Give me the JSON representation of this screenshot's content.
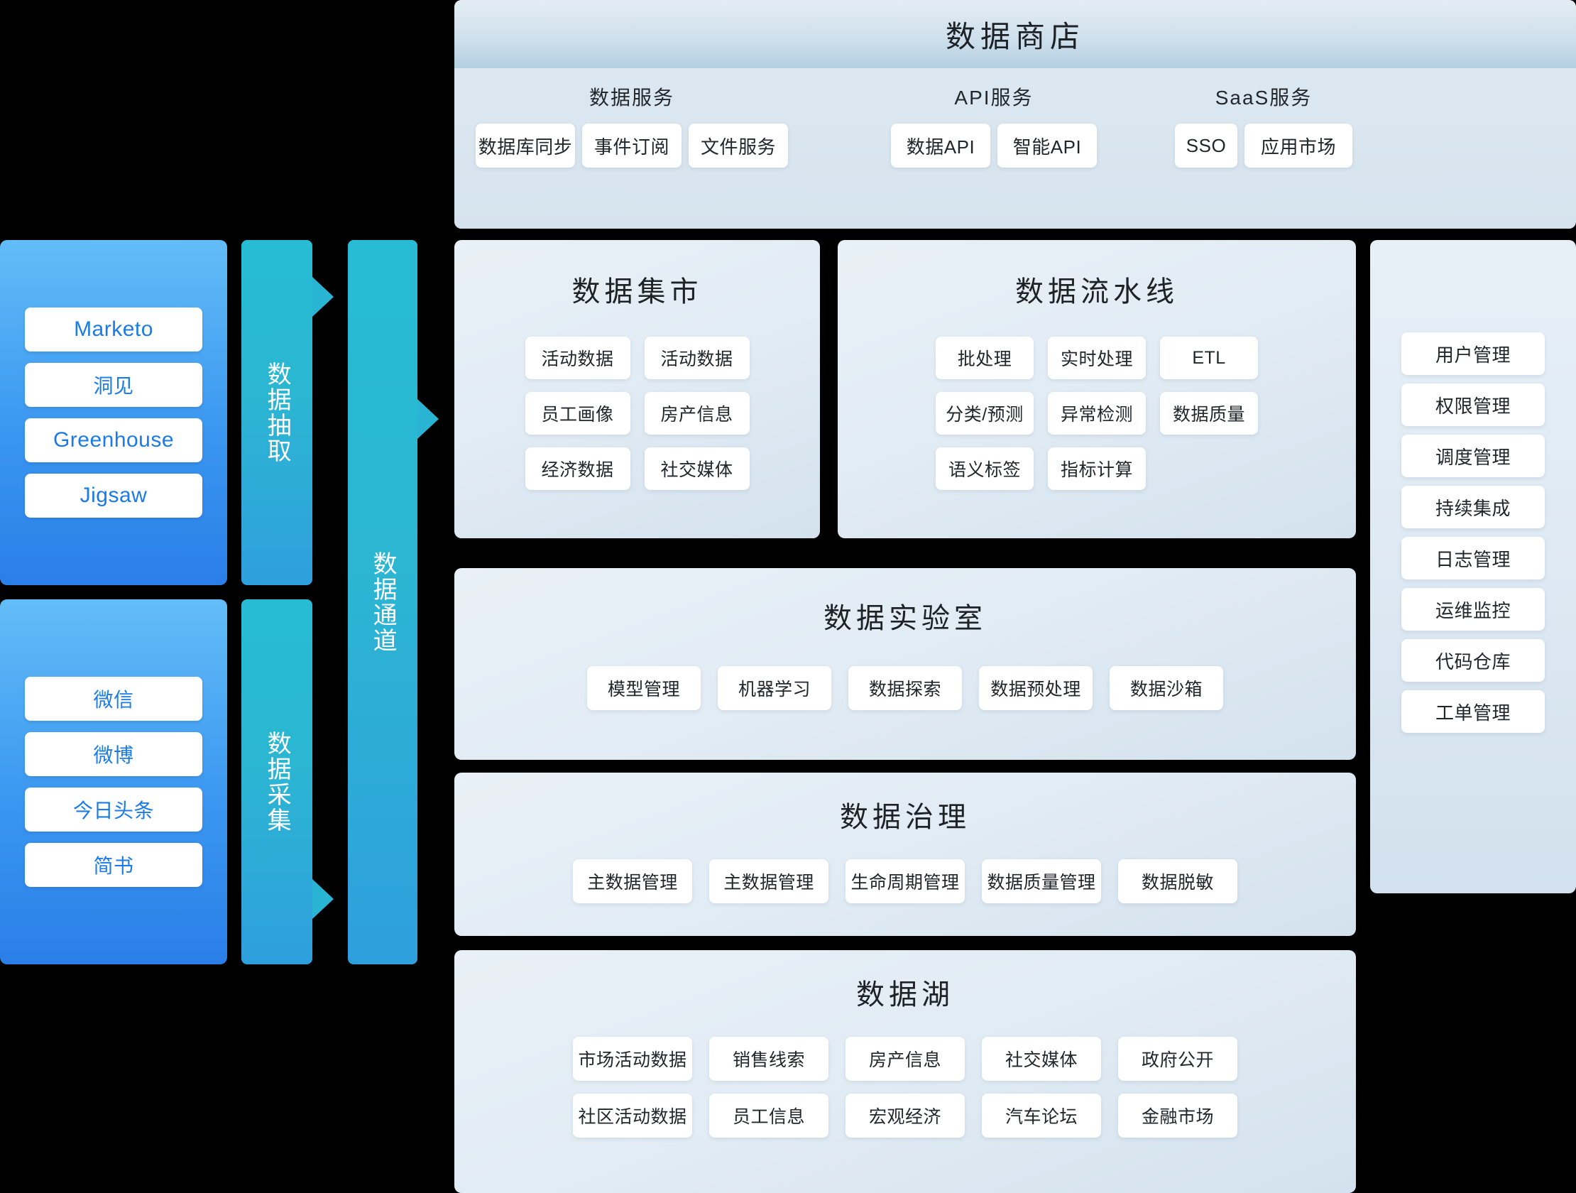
{
  "store": {
    "title": "数据商店",
    "groups": [
      {
        "name": "数据服务",
        "items": [
          "数据库同步",
          "事件订阅",
          "文件服务"
        ]
      },
      {
        "name": "API服务",
        "items": [
          "数据API",
          "智能API"
        ]
      },
      {
        "name": "SaaS服务",
        "items": [
          "SSO",
          "应用市场"
        ]
      }
    ]
  },
  "sources": [
    {
      "items": [
        "Marketo",
        "洞见",
        "Greenhouse",
        "Jigsaw"
      ]
    },
    {
      "items": [
        "微信",
        "微博",
        "今日头条",
        "简书"
      ]
    }
  ],
  "stages": [
    {
      "label": "数据抽取"
    },
    {
      "label": "数据采集"
    }
  ],
  "channel": {
    "label": "数据通道"
  },
  "mart": {
    "title": "数据集市",
    "items": [
      "活动数据",
      "活动数据",
      "员工画像",
      "房产信息",
      "经济数据",
      "社交媒体"
    ]
  },
  "pipeline": {
    "title": "数据流水线",
    "items": [
      "批处理",
      "实时处理",
      "ETL",
      "分类/预测",
      "异常检测",
      "数据质量",
      "语义标签",
      "指标计算"
    ]
  },
  "lab": {
    "title": "数据实验室",
    "items": [
      "模型管理",
      "机器学习",
      "数据探索",
      "数据预处理",
      "数据沙箱"
    ]
  },
  "governance": {
    "title": "数据治理",
    "items": [
      "主数据管理",
      "主数据管理",
      "生命周期管理",
      "数据质量管理",
      "数据脱敏"
    ]
  },
  "lake": {
    "title": "数据湖",
    "items": [
      "市场活动数据",
      "销售线索",
      "房产信息",
      "社交媒体",
      "政府公开",
      "社区活动数据",
      "员工信息",
      "宏观经济",
      "汽车论坛",
      "金融市场"
    ]
  },
  "ops": {
    "items": [
      "用户管理",
      "权限管理",
      "调度管理",
      "持续集成",
      "日志管理",
      "运维监控",
      "代码仓库",
      "工单管理"
    ]
  },
  "colors": {
    "source_blue": "#3b97f0",
    "stage_teal": "#2bb6d2",
    "panel_bg": "#e2ecf4",
    "chip_white": "#ffffff",
    "source_text": "#1a7be9",
    "title_text": "#1d2226"
  }
}
